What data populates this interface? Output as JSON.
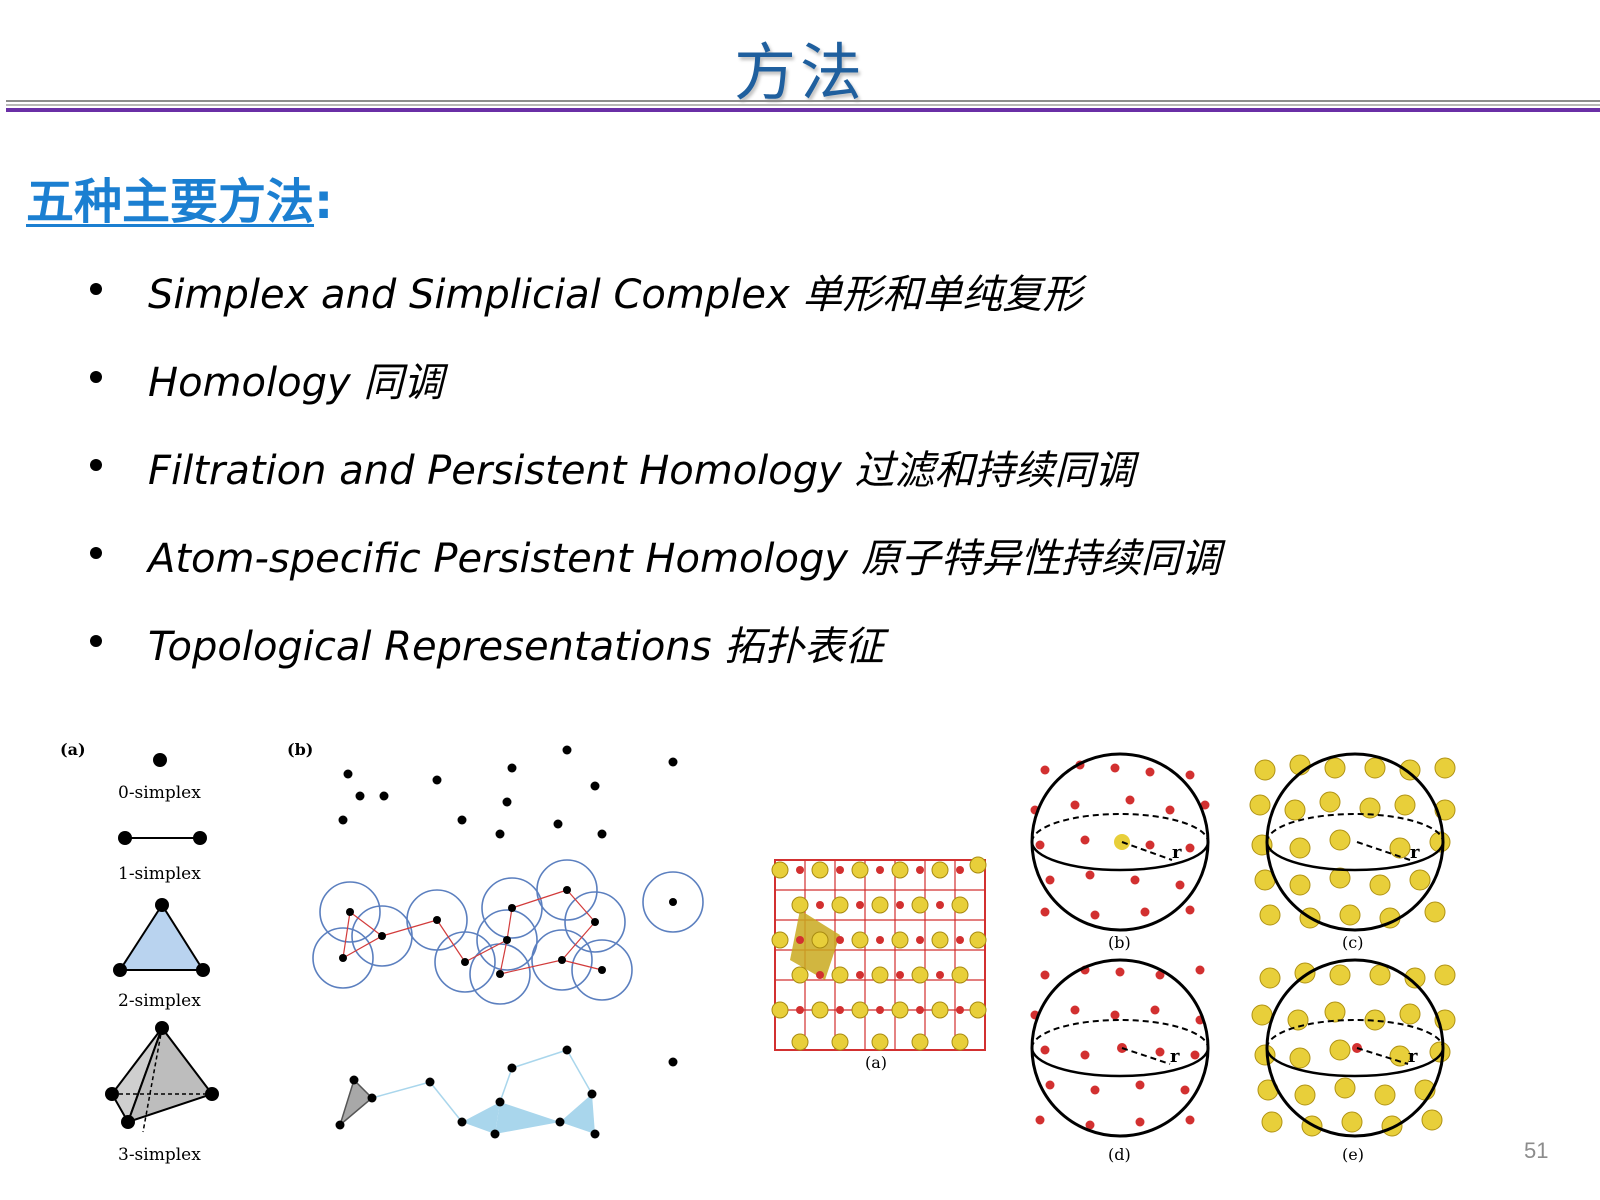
{
  "slide": {
    "title": "方法",
    "heading": "五种主要方法",
    "heading_colon": ":",
    "page_number": "51"
  },
  "bullets": [
    "Simplex and Simplicial Complex 单形和单纯复形",
    "Homology 同调",
    "Filtration and Persistent Homology 过滤和持续同调",
    "Atom-specific Persistent Homology 原子特异性持续同调",
    "Topological Representations 拓扑表征"
  ],
  "figure": {
    "simplex_panel_label": "(a)",
    "simplex_labels": [
      "0-simplex",
      "1-simplex",
      "2-simplex",
      "3-simplex"
    ],
    "filtration_panel_label": "(b)",
    "crystal_labels": [
      "(a)",
      "(b)",
      "(c)",
      "(d)",
      "(e)"
    ],
    "radius_label": "r"
  },
  "colors": {
    "title": "#1f5f9e",
    "heading": "#1b7fd1",
    "rule_accent": "#6a2fa6",
    "circle": "#5b7fbf",
    "edge_red": "#d23b3b",
    "triangle_blue": "#a9d6ec",
    "atom_gold": "#e8cf3a",
    "atom_red": "#d23030"
  }
}
